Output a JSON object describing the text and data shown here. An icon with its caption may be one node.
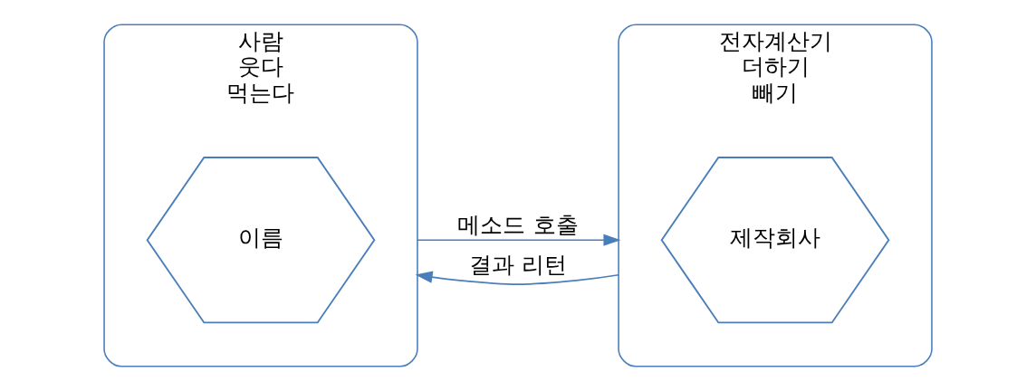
{
  "diagram": {
    "nodes": [
      {
        "text": [
          "사람",
          "웃다",
          "먹는다"
        ]
      },
      {
        "text": [
          "이름"
        ],
        "in": 0
      },
      {
        "text": [
          "전자계산기",
          "더하기",
          "빼기"
        ]
      },
      {
        "text": [
          "제작회사"
        ],
        "in": 2
      }
    ],
    "edges": [
      {
        "from": 0,
        "to": 2,
        "arrow": "to",
        "label": "메소드 호출"
      },
      {
        "from": 2,
        "to": 0,
        "arrow": "to",
        "label": "결과 리턴"
      }
    ]
  }
}
